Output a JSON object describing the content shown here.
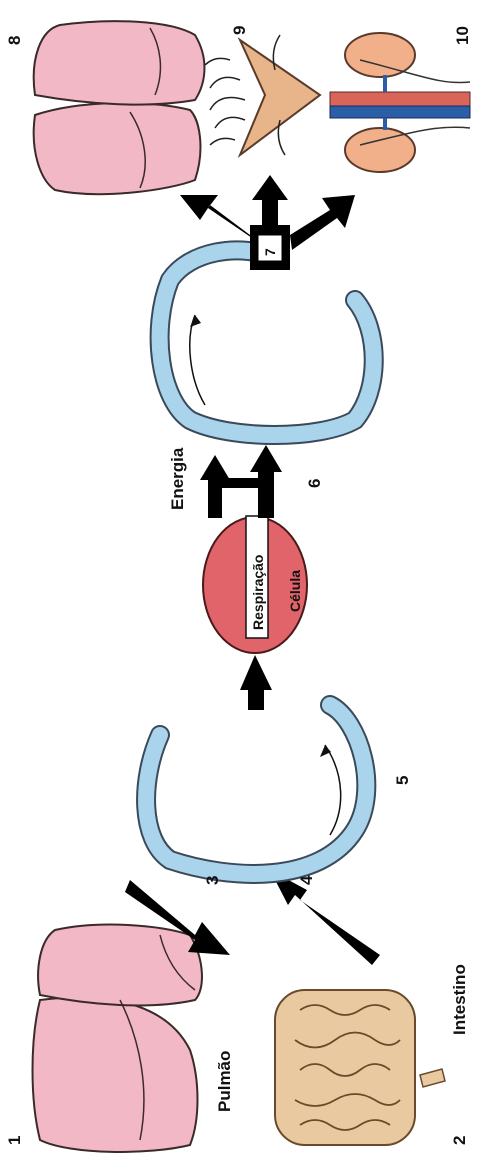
{
  "numbers": {
    "n1": "1",
    "n2": "2",
    "n3": "3",
    "n4": "4",
    "n5": "5",
    "n6": "6",
    "n7": "7",
    "n8": "8",
    "n9": "9",
    "n10": "10"
  },
  "labels": {
    "pulmao": "Pulmão",
    "intestino": "Intestino",
    "respiracao": "Respiração",
    "celula": "Célula",
    "energia": "Energia"
  },
  "colors": {
    "lung_fill": "#f2b8c6",
    "intestine_fill": "#e9c9a0",
    "vessel_fill": "#a9d4ec",
    "vessel_dark": "#5a9bc7",
    "cell_fill": "#e0646a",
    "kidney_fill": "#f2b08a",
    "skin_fill": "#e8b48a",
    "vein_blue": "#2a5fa8",
    "artery_red": "#d8645a",
    "arrow_fill": "#000000"
  }
}
